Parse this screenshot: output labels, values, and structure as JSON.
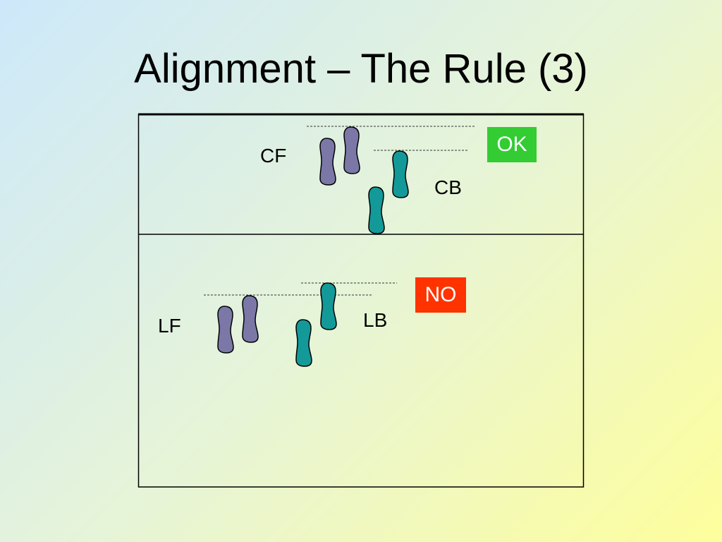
{
  "slide": {
    "title": "Alignment – The Rule (3)"
  },
  "scenarios": [
    {
      "verdict": "OK",
      "verdict_color": "#33cc33",
      "front_label": "CF",
      "back_label": "CB"
    },
    {
      "verdict": "NO",
      "verdict_color": "#ff3300",
      "front_label": "LF",
      "back_label": "LB"
    }
  ],
  "colors": {
    "front_player_feet": "#7b78a8",
    "back_player_feet": "#149999",
    "ok_badge": "#33cc33",
    "no_badge": "#ff3300"
  },
  "icons": [
    "foot-icon"
  ]
}
